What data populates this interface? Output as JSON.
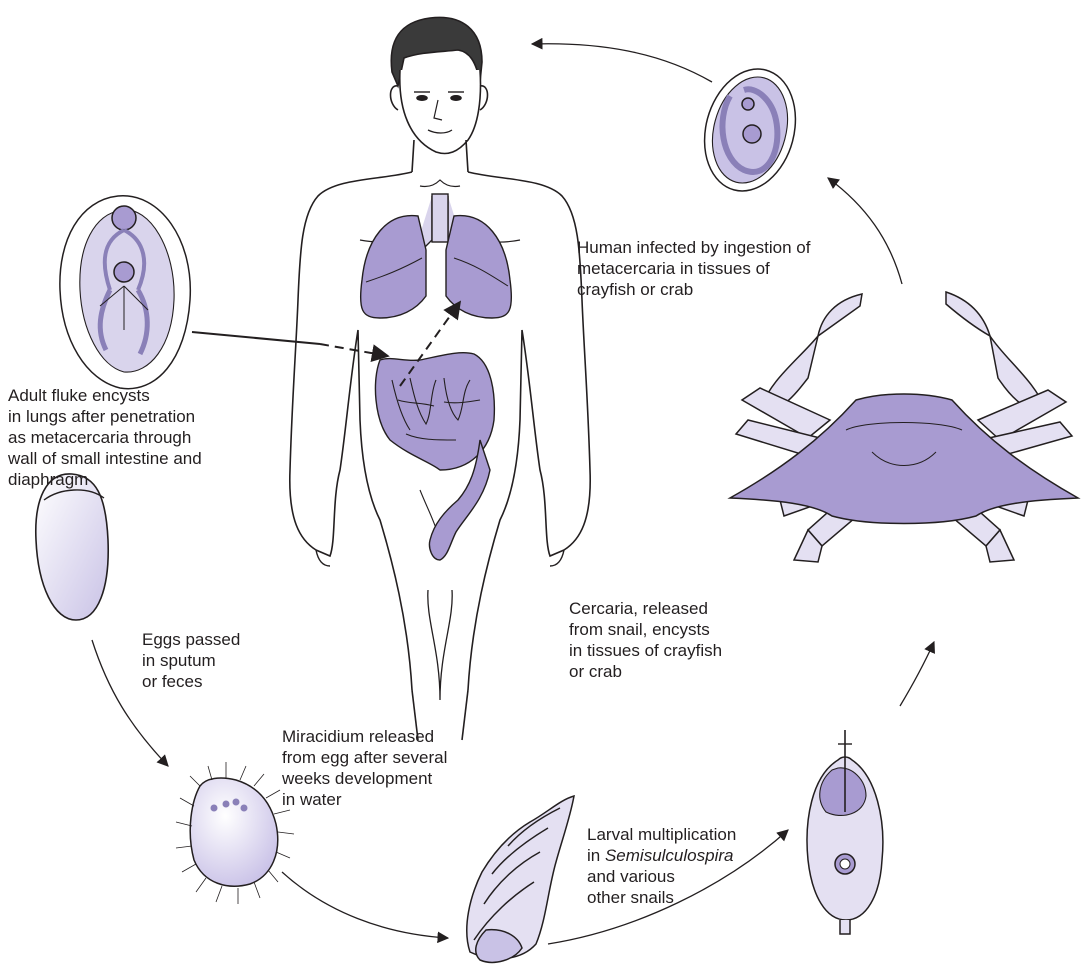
{
  "labels": {
    "human_infected": [
      "Human infected by ingestion of",
      "metacercaria in tissues of",
      "crayfish or crab"
    ],
    "adult_fluke": [
      "Adult fluke encysts",
      "in lungs after penetration",
      "as metacercaria through",
      "wall of small intestine and",
      "diaphragm"
    ],
    "eggs_passed": [
      "Eggs passed",
      "in sputum",
      "or feces"
    ],
    "miracidium": [
      "Miracidium released",
      "from egg after several",
      "weeks development",
      "in water"
    ],
    "larval_multiplication": {
      "line1": "Larval multiplication",
      "line2_prefix": "in ",
      "line2_italic": "Semisulculospira",
      "line3": "and various",
      "line4": "other snails"
    },
    "cercaria": [
      "Cercaria, released",
      "from snail, encysts",
      "in tissues of crayfish",
      "or crab"
    ]
  },
  "colors": {
    "lavender_fill": "#d9d4ec",
    "lavender_mid": "#b7aedb",
    "purple_fill": "#a89bd1",
    "outline": "#231f20",
    "hair": "#3a3a3a"
  },
  "icons": [
    "human-figure",
    "lungs-icon",
    "intestine-icon",
    "adult-fluke-icon",
    "metacercaria-cyst-icon",
    "crab-icon",
    "egg-icon",
    "miracidium-icon",
    "snail-icon",
    "cercaria-icon"
  ]
}
